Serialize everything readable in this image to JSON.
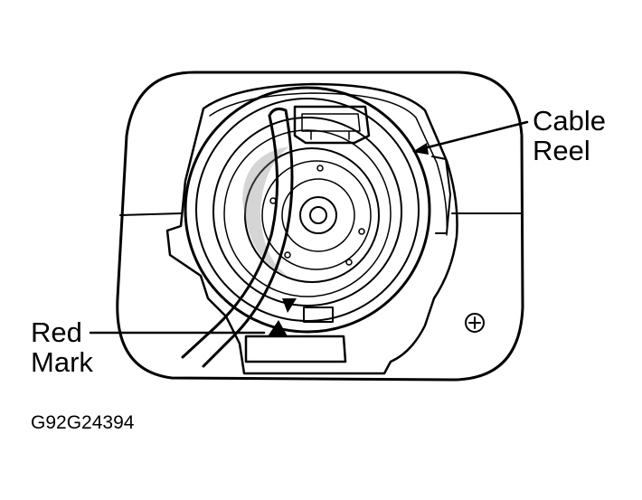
{
  "callouts": {
    "cable_reel": {
      "line1": "Cable",
      "line2": "Reel"
    },
    "red_mark": {
      "line1": "Red",
      "line2": "Mark"
    }
  },
  "figure_id": "G92G24394",
  "colors": {
    "ink": "#000000",
    "paper": "#ffffff",
    "shadow": "#888888"
  }
}
